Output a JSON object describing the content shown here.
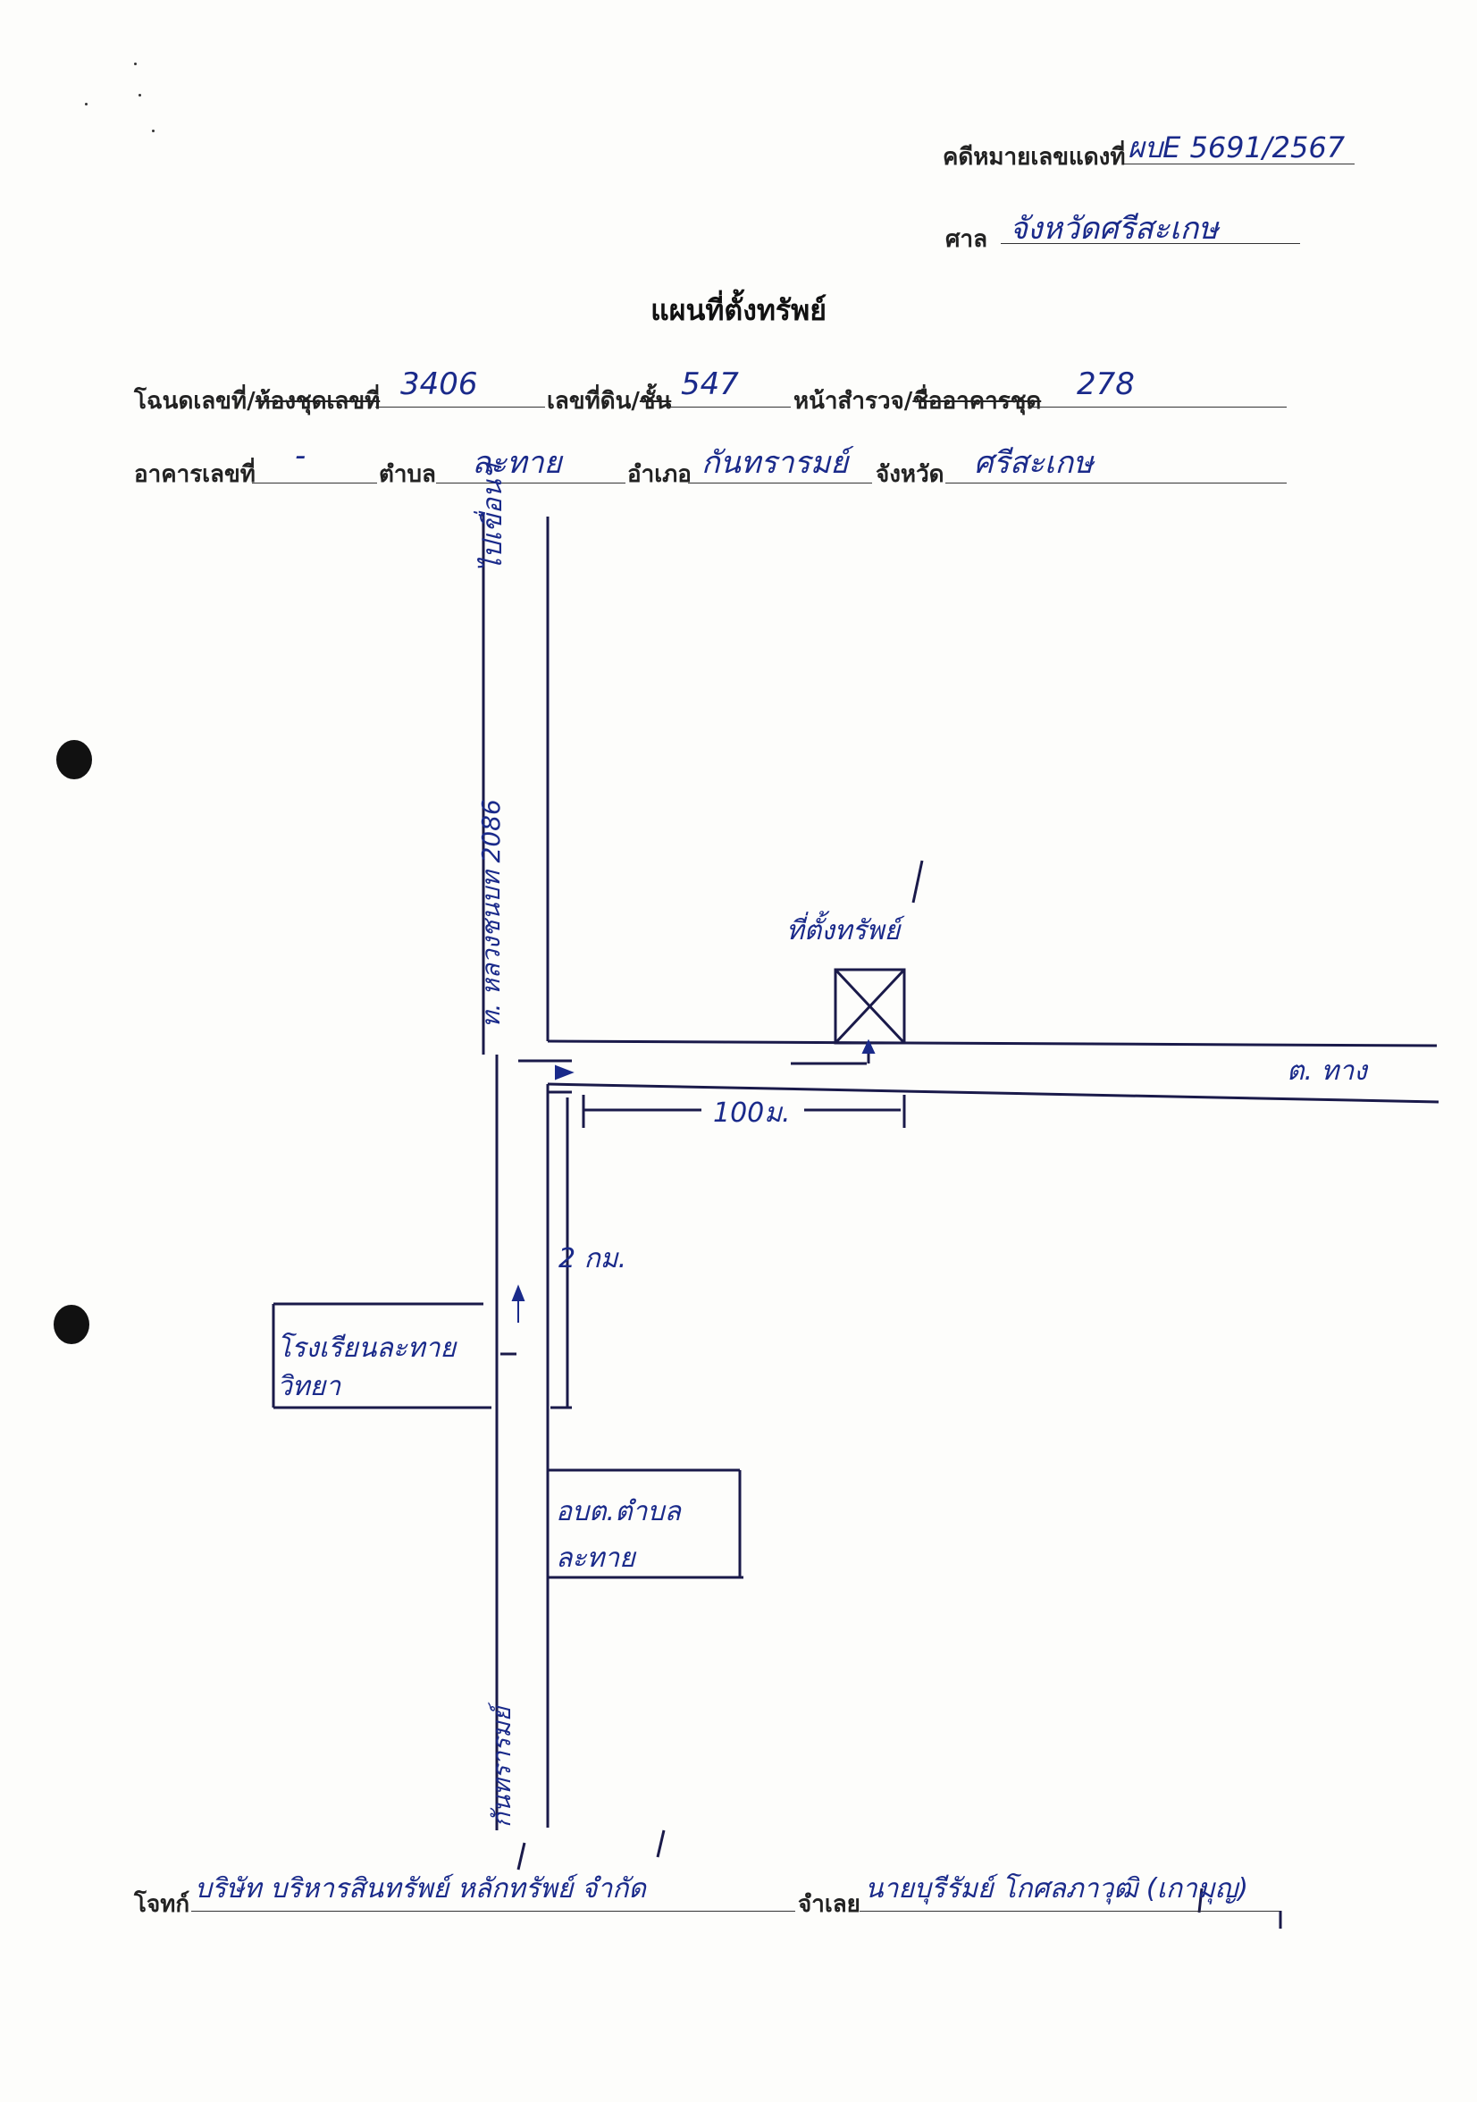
{
  "header": {
    "case_label": "คดีหมายเลขแดงที่",
    "case_number": "ผบE 5691/2567",
    "court_label": "ศาล",
    "court_name": "จังหวัดศรีสะเกษ"
  },
  "title": "แผนที่ตั้งทรัพย์",
  "fields": {
    "deed_label": "โฉนดเลขที่/",
    "deed_label_strike": "ห้องชุดเลขที่",
    "deed_value": "3406",
    "land_label": "เลขที่ดิน/",
    "land_label_strike": "ชั้น",
    "land_value": "547",
    "survey_label": "หน้าสำรวจ/",
    "survey_label_strike": "ชื่ออาคารชุด",
    "survey_value": "278",
    "building_label": "อาคารเลขที่",
    "building_value": "-",
    "subdistrict_label": "ตำบล",
    "subdistrict_value": "ละทาย",
    "district_label": "อำเภอ",
    "district_value": "กันทรารมย์",
    "province_label": "จังหวัด",
    "province_value": "ศรีสะเกษ"
  },
  "map": {
    "road_top_label": "ไปเขื่อนฯ",
    "highway_label": "ท. หลวงชนบท 2086",
    "road_bottom_label": "กันทรารมย์",
    "property_label": "ที่ตั้งทรัพย์",
    "side_road_label": "ต. ทาง",
    "distance_horizontal": "100ม.",
    "distance_vertical": "2 กม.",
    "school_label_line1": "โรงเรียนละทาย",
    "school_label_line2": "วิทยา",
    "office_label_line1": "อบต.ตำบล",
    "office_label_line2": "ละทาย"
  },
  "footer": {
    "plaintiff_label": "โจทก์",
    "plaintiff_value": "บริษัท บริหารสินทรัพย์ หลักทรัพย์ จำกัด",
    "defendant_label": "จำเลย",
    "defendant_value": "นายบุรีรัมย์ โกศลภาวุฒิ (เกามุญ)"
  }
}
